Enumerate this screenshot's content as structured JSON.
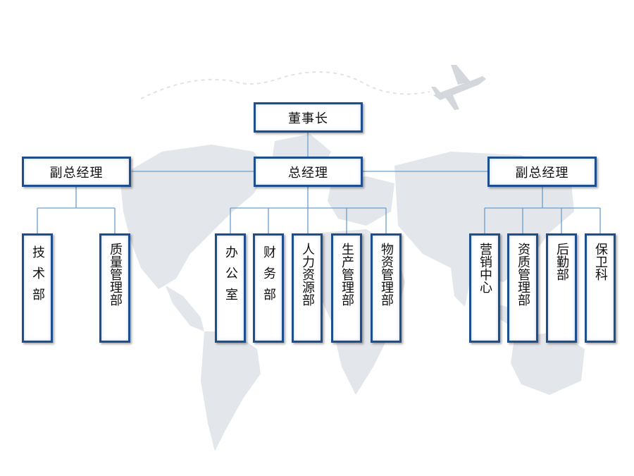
{
  "colors": {
    "box_border": "#1f4e8c",
    "connector": "#6a9fd0",
    "map": "#e1e4e8"
  },
  "org": {
    "chairman": "董事长",
    "gm": "总经理",
    "vp_left": "副总经理",
    "vp_right": "副总经理",
    "tech": "技术部",
    "quality": "质量管理部",
    "office": "办公室",
    "finance": "财务部",
    "hr": "人力资源部",
    "production": "生产管理部",
    "materials": "物资管理部",
    "marketing": "营销中心",
    "qualification": "资质管理部",
    "logistics": "后勤部",
    "security": "保卫科"
  }
}
